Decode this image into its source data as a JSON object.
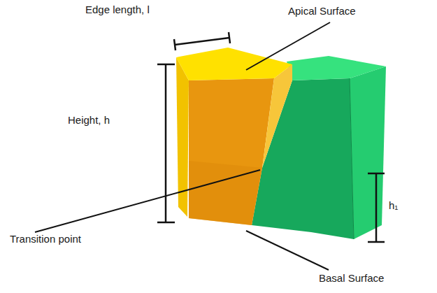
{
  "diagram": {
    "labels": [
      "Edge length, l",
      "Apical Surface",
      "Height, h",
      "Transition point",
      "h₁",
      "Basal Surface"
    ]
  }
}
